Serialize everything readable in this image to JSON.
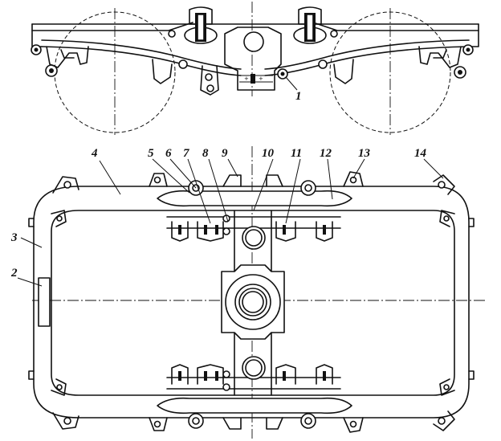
{
  "labels": {
    "l1": "1",
    "l2": "2",
    "l3": "3",
    "l4": "4",
    "l5": "5",
    "l6": "6",
    "l7": "7",
    "l8": "8",
    "l9": "9",
    "l10": "10",
    "l11": "11",
    "l12": "12",
    "l13": "13",
    "l14": "14"
  },
  "colors": {
    "ink": "#111111",
    "paper": "#ffffff"
  }
}
